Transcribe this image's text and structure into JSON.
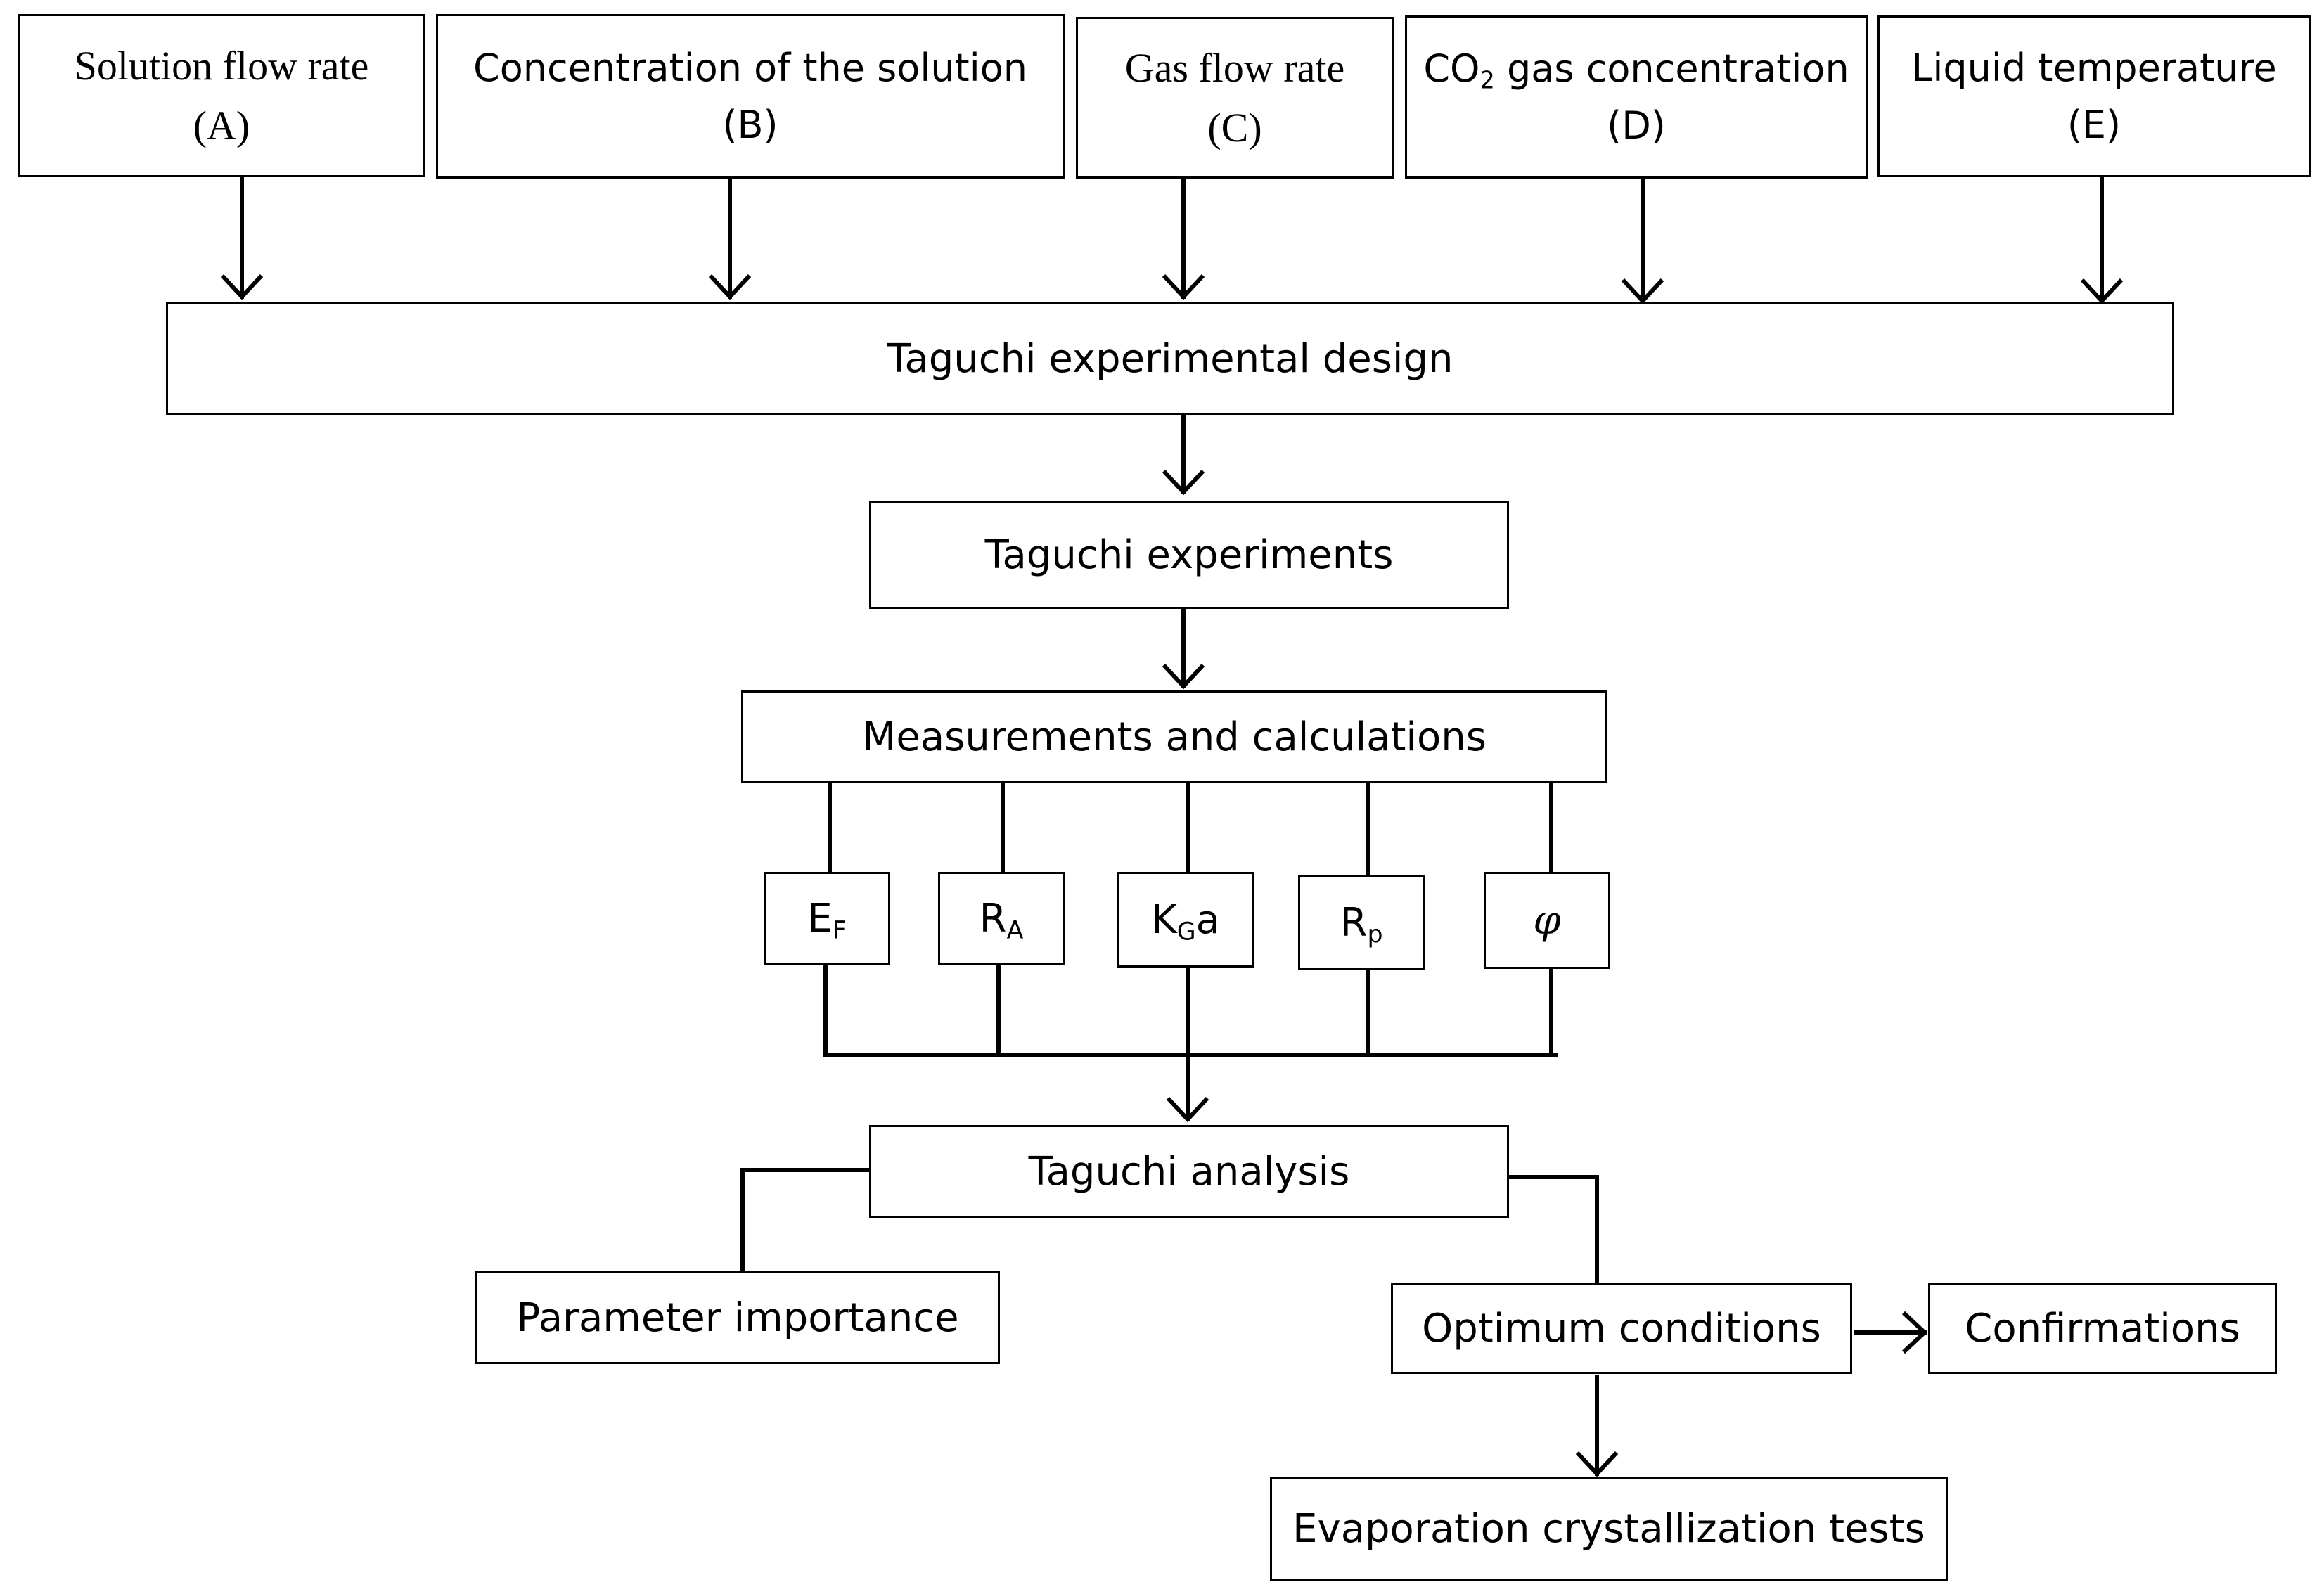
{
  "inputs": [
    {
      "label": "Solution flow rate",
      "code": "(A)"
    },
    {
      "label": "Concentration of the solution",
      "code": "(B)"
    },
    {
      "label": "Gas flow rate",
      "code": "(C)"
    },
    {
      "label_prefix": "CO",
      "label_sub": "2",
      "label_suffix": " gas concentration",
      "code": "(D)"
    },
    {
      "label": "Liquid temperature",
      "code": "(E)"
    }
  ],
  "design": "Taguchi experimental design",
  "experiments": "Taguchi experiments",
  "measurements": "Measurements and calculations",
  "parameters": [
    {
      "main": "E",
      "sub": "F",
      "suffix": ""
    },
    {
      "main": "R",
      "sub": "A",
      "suffix": ""
    },
    {
      "main": "K",
      "sub": "G",
      "suffix": "a"
    },
    {
      "main": "R",
      "sub": "p",
      "suffix": ""
    },
    {
      "main": "φ",
      "sub": "",
      "suffix": ""
    }
  ],
  "analysis": "Taguchi analysis",
  "importance": "Parameter importance",
  "optimum": "Optimum conditions",
  "confirmations": "Confirmations",
  "evaporation": "Evaporation crystallization tests"
}
